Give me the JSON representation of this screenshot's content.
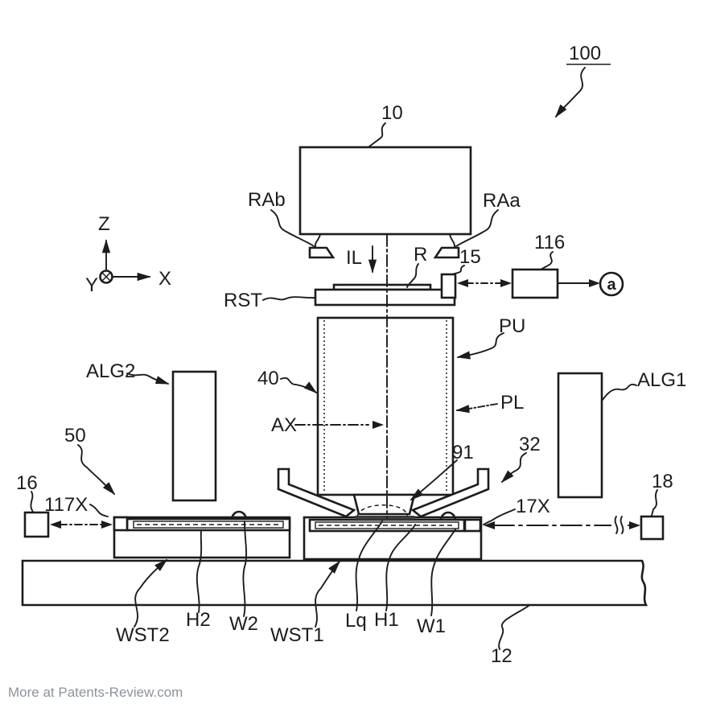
{
  "figure": {
    "kind": "patent-diagram",
    "description": "Immersion lithography exposure apparatus with twin wafer stages",
    "watermark": "More at Patents-Review.com",
    "colors": {
      "line": "#1c1c1c",
      "background": "#ffffff",
      "watermark": "#8d939b",
      "immersion_strip": "#3c3c3c"
    },
    "labels": {
      "ref100": "100",
      "ref10": "10",
      "rab": "RAb",
      "raa": "RAa",
      "il": "IL",
      "r": "R",
      "ref15": "15",
      "ref116": "116",
      "a": "a",
      "rst": "RST",
      "pu": "PU",
      "ref40": "40",
      "pl": "PL",
      "ax": "AX",
      "alg2": "ALG2",
      "alg1": "ALG1",
      "ref50": "50",
      "ref91": "91",
      "ref32": "32",
      "ref16": "16",
      "x117": "117X",
      "x17": "17X",
      "ref18": "18",
      "wst2": "WST2",
      "h2": "H2",
      "w2": "W2",
      "wst1": "WST1",
      "lq": "Lq",
      "h1": "H1",
      "w1": "W1",
      "ref12": "12",
      "axis_z": "Z",
      "axis_x": "X",
      "axis_y": "Y"
    }
  }
}
